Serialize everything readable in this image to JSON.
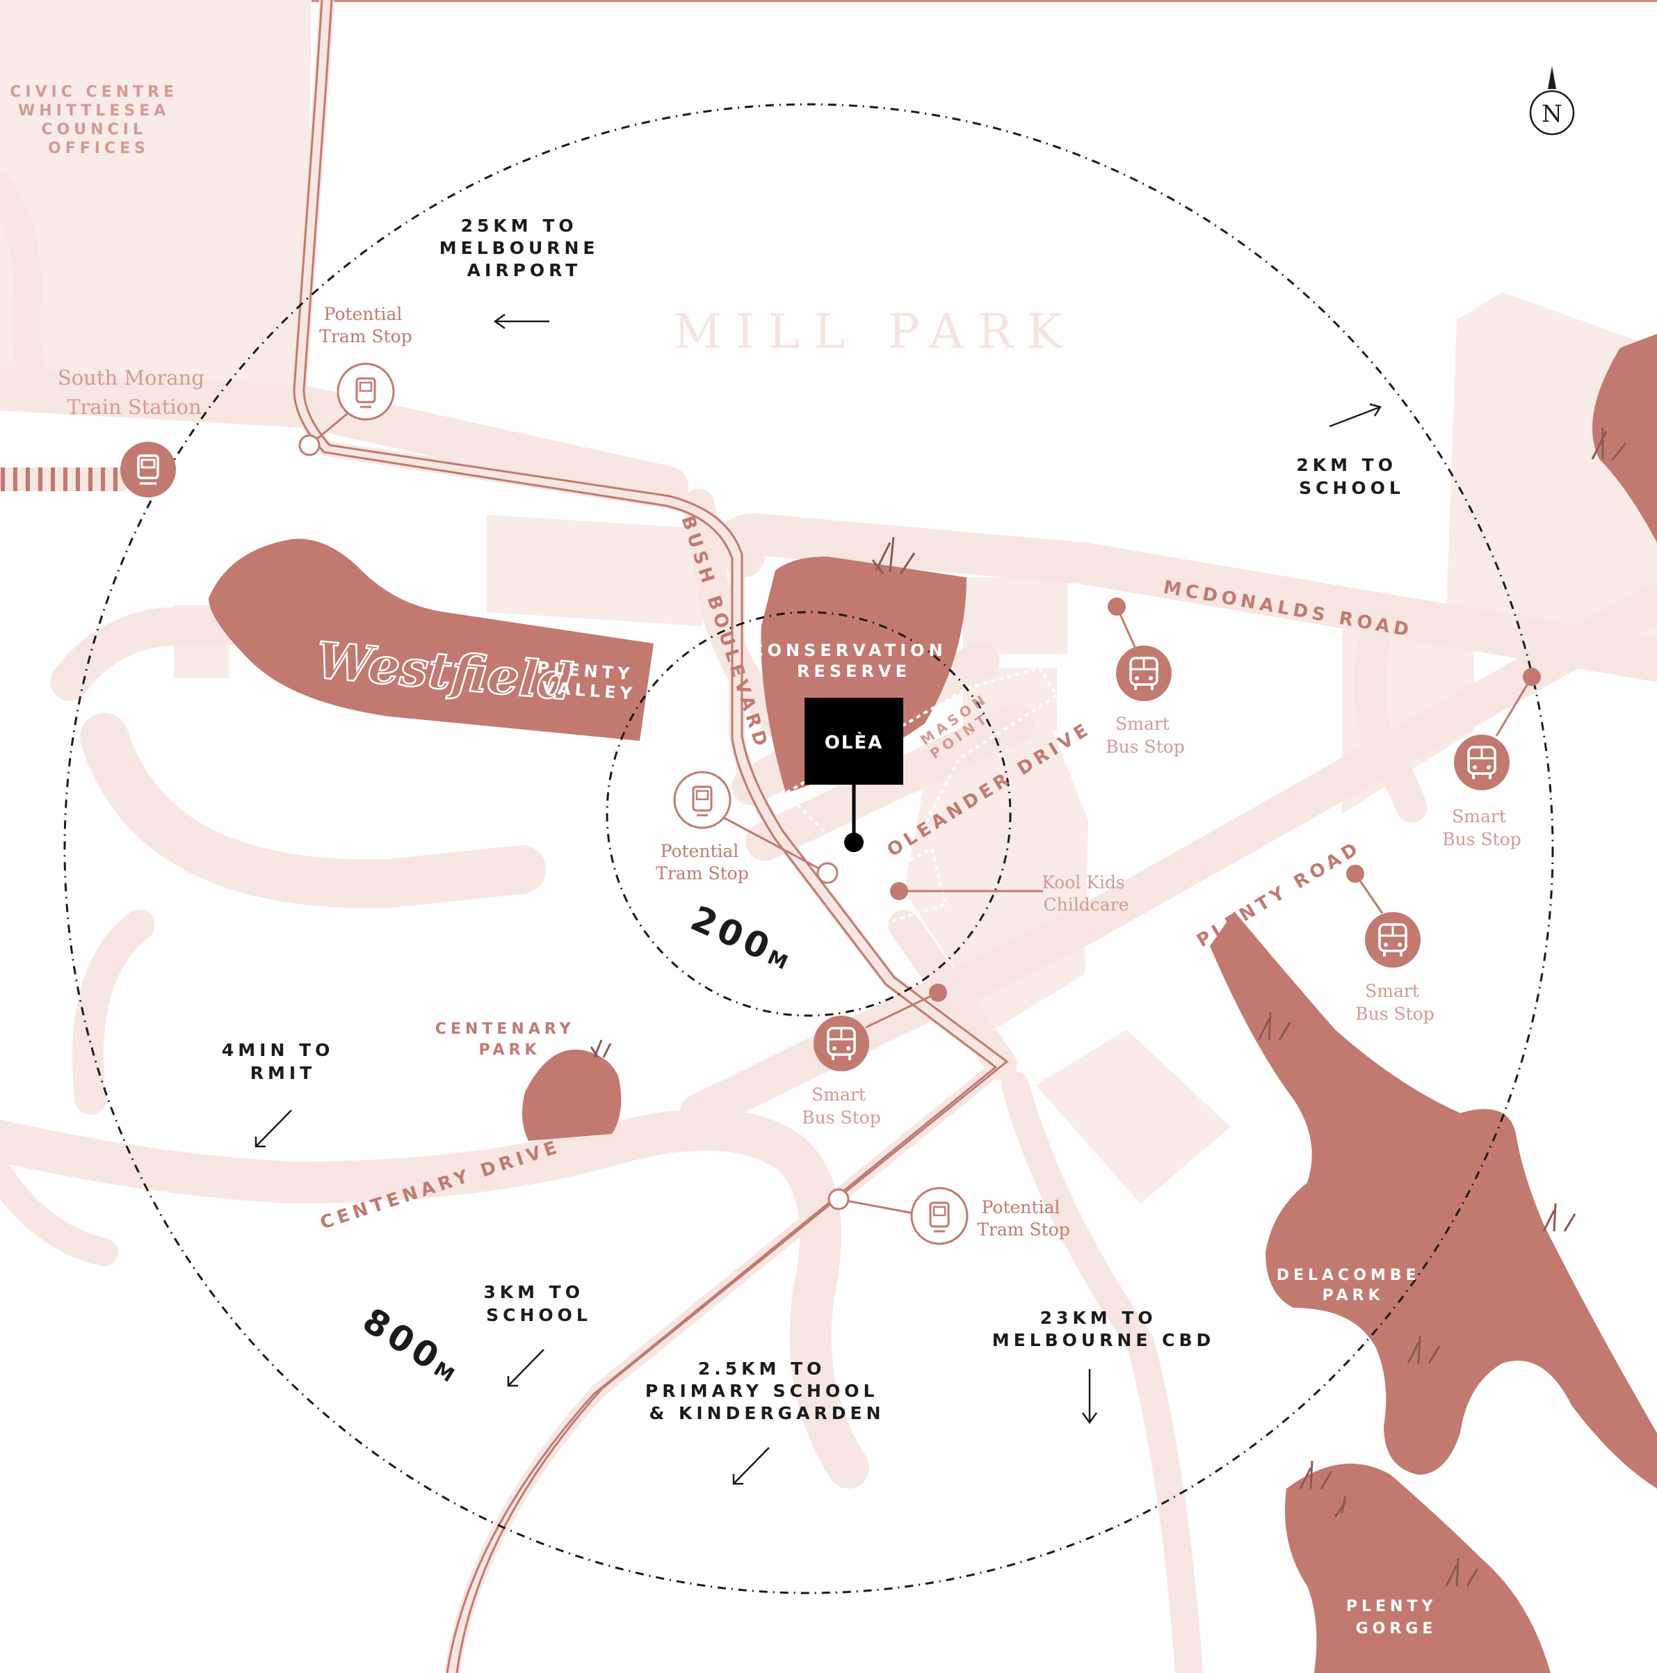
{
  "colors": {
    "background": "#ffffff",
    "road": "#f7e6e2",
    "park": "#c27a70",
    "label_pink": "#c27a70",
    "label_dark": "#1b1b1b",
    "marker": "#000000"
  },
  "compass": {
    "letter": "N"
  },
  "suburb": {
    "name": "MILL PARK"
  },
  "development": {
    "name": "OLÈA"
  },
  "radius": {
    "inner": {
      "number": "200",
      "unit": "M"
    },
    "outer": {
      "number": "800",
      "unit": "M"
    }
  },
  "civic_centre": [
    "CIVIC CENTRE",
    "WHITTLESEA",
    "COUNCIL",
    "OFFICES"
  ],
  "destinations": {
    "airport": [
      "25KM TO",
      "MELBOURNE",
      "AIRPORT"
    ],
    "school_2km": [
      "2KM TO",
      "SCHOOL"
    ],
    "rmit": [
      "4MIN TO",
      "RMIT"
    ],
    "school_3km": [
      "3KM TO",
      "SCHOOL"
    ],
    "primary": [
      "2.5KM TO",
      "PRIMARY SCHOOL",
      "& KINDERGARDEN"
    ],
    "cbd": [
      "23KM TO",
      "MELBOURNE CBD"
    ]
  },
  "roads": {
    "bush": "BUSH BOULEVARD",
    "mcdonalds": "MCDONALDS ROAD",
    "plenty": "PLENTY ROAD",
    "oleander": "OLEANDER DRIVE",
    "centenary": "CENTENARY DRIVE",
    "mason": [
      "MASON",
      "POINT"
    ]
  },
  "places": {
    "westfield": {
      "brand": "Westfield",
      "sub": [
        "PLENTY",
        "VALLEY"
      ]
    },
    "conservation": [
      "CONSERVATION",
      "RESERVE"
    ],
    "centenary_park": [
      "CENTENARY",
      "PARK"
    ],
    "delacombe": [
      "DELACOMBE",
      "PARK"
    ],
    "plenty_gorge": [
      "PLENTY",
      "GORGE"
    ]
  },
  "stops": {
    "train": [
      "South Morang",
      "Train Station"
    ],
    "tram_1": [
      "Potential",
      "Tram Stop"
    ],
    "tram_2": [
      "Potential",
      "Tram Stop"
    ],
    "tram_3": [
      "Potential",
      "Tram Stop"
    ],
    "bus_1": [
      "Smart",
      "Bus Stop"
    ],
    "bus_2": [
      "Smart",
      "Bus Stop"
    ],
    "bus_3": [
      "Smart",
      "Bus Stop"
    ],
    "bus_4": [
      "Smart",
      "Bus Stop"
    ],
    "childcare": [
      "Kool Kids",
      "Childcare"
    ]
  }
}
